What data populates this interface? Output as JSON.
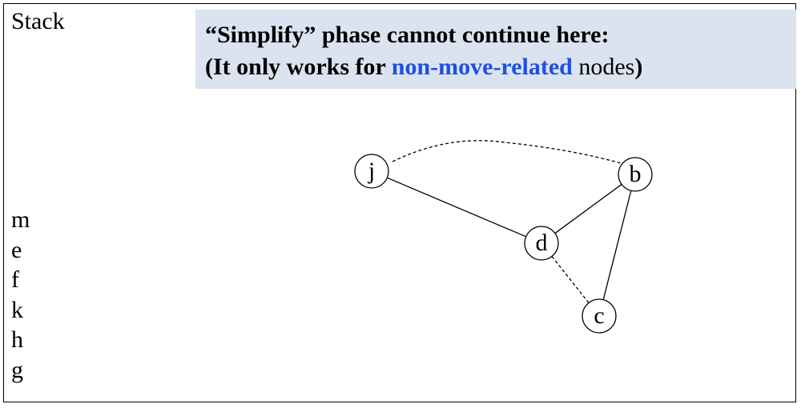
{
  "stack": {
    "title": "Stack",
    "items": [
      "m",
      "e",
      "f",
      "k",
      "h",
      "g"
    ]
  },
  "callout": {
    "line1": "“Simplify” phase cannot continue here:",
    "line2_prefix": " (It only works for ",
    "line2_highlight": "non-move-related",
    "line2_suffix_normal": " nodes",
    "line2_close": ")",
    "highlight_color": "#1f4fe0",
    "background_color": "#dbe3f0"
  },
  "graph": {
    "nodes": [
      {
        "id": "j",
        "label": "j"
      },
      {
        "id": "b",
        "label": "b"
      },
      {
        "id": "d",
        "label": "d"
      },
      {
        "id": "c",
        "label": "c"
      }
    ],
    "edges": [
      {
        "from": "j",
        "to": "d",
        "style": "solid"
      },
      {
        "from": "b",
        "to": "d",
        "style": "solid"
      },
      {
        "from": "b",
        "to": "c",
        "style": "solid"
      },
      {
        "from": "j",
        "to": "b",
        "style": "dashed"
      },
      {
        "from": "d",
        "to": "c",
        "style": "dashed"
      }
    ]
  }
}
